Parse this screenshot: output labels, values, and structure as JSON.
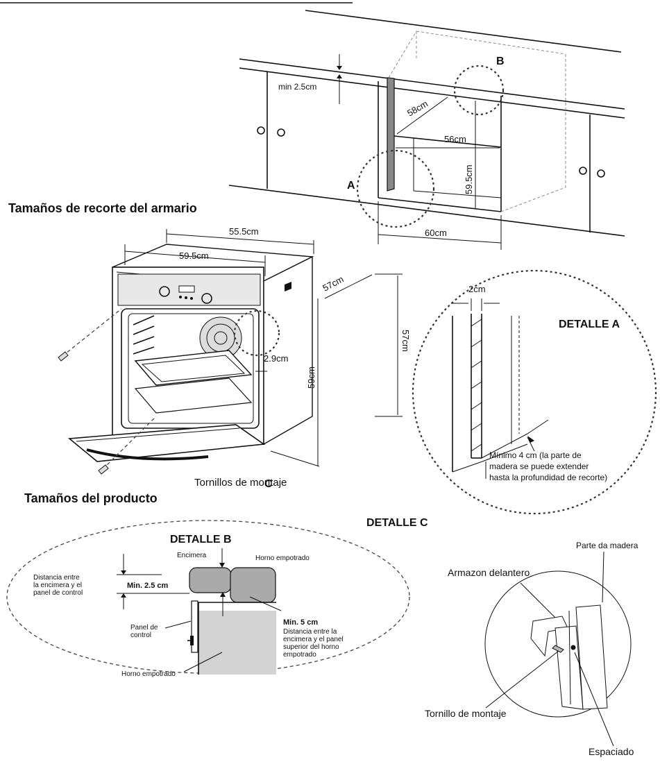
{
  "cabinet": {
    "title": "Tamaños de recorte del armario",
    "dims": {
      "min_gap": "min 2.5cm",
      "depth": "58cm",
      "inner_width": "56cm",
      "height": "59.5cm",
      "width": "60cm"
    },
    "callouts": {
      "a": "A",
      "b": "B"
    }
  },
  "product": {
    "title": "Tamaños del producto",
    "screws_label": "Tornillos de montaje",
    "dims": {
      "top_depth": "55.5cm",
      "front_width": "59.5cm",
      "side_depth": "57cm",
      "body_height": "57cm",
      "front_height": "59cm",
      "frame_offset": "2.9cm"
    },
    "callout_c": "C"
  },
  "detail_a": {
    "title": "DETALLE A",
    "thickness": "2cm",
    "note_lines": [
      "Mínimo 4 cm (la parte de",
      "madera se puede extender",
      "hasta la profundidad de recorte)"
    ]
  },
  "detail_b": {
    "title": "DETALLE B",
    "encimera": "Encimera",
    "horno_top": "Horno empotrado",
    "dist_lines": [
      "Distancia  entre",
      "la encimera y el",
      "panel de control"
    ],
    "min25": "Min. 2.5 cm",
    "panel_lines": [
      "Panel de",
      "control"
    ],
    "horno_bottom": "Horno empotrado",
    "min5": "Min.  5 cm",
    "min5_lines": [
      "Distancia entre la",
      "encimera y el panel",
      "superior del horno",
      "empotrado"
    ]
  },
  "detail_c": {
    "title": "DETALLE C",
    "parte_madera": "Parte da madera",
    "armazon": "Armazon delantero",
    "tornillo": "Tornillo de montaje",
    "espaciado": "Espaciado"
  }
}
